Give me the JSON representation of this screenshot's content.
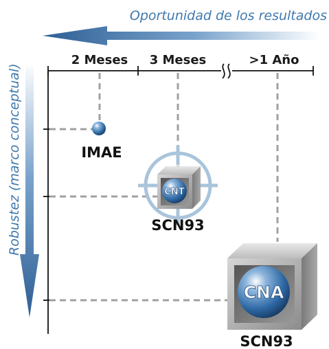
{
  "top_axis": {
    "title": "Oportunidad de los resultados"
  },
  "left_axis": {
    "title": "Robustez (marco conceptual)"
  },
  "columns": [
    {
      "label": "2 Meses"
    },
    {
      "label": "3 Meses"
    },
    {
      "label": ">1 Año"
    }
  ],
  "nodes": [
    {
      "label": "IMAE",
      "marker": "sphere"
    },
    {
      "label": "SCN93",
      "marker": "box",
      "inner_label": "CNT",
      "target_reticle": true
    },
    {
      "label": "SCN93",
      "marker": "box",
      "inner_label": "CNA"
    }
  ],
  "colors": {
    "arrow_dark": "#2e5f94",
    "arrow_light": "#ffffff",
    "title_text": "#3f79ad",
    "dashed_guides": "#a0a0a0",
    "reticle": "#a9c4db",
    "sphere": "#3b76b2",
    "box": "#8a8a8a"
  }
}
